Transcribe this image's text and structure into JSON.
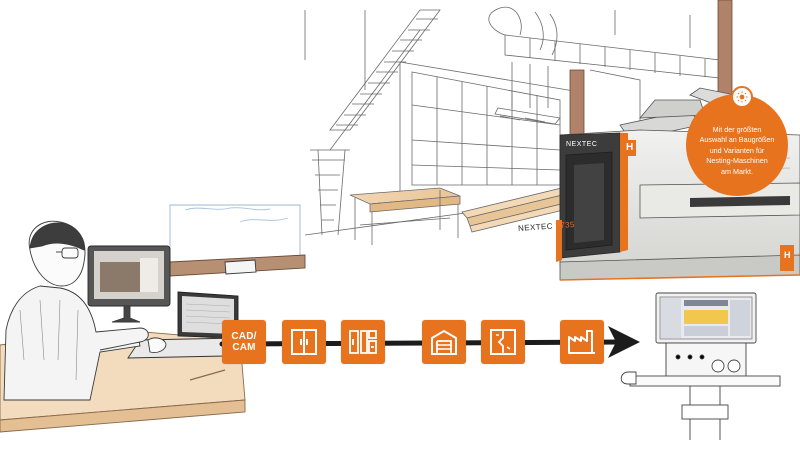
{
  "process_steps": [
    {
      "id": "cad-cam",
      "label": "CAD/\nCAM",
      "icon": "cad-cam-text"
    },
    {
      "id": "cabinet",
      "icon": "cabinet-doors-icon"
    },
    {
      "id": "cabinet-parts",
      "icon": "cabinet-parts-icon"
    },
    {
      "id": "warehouse",
      "icon": "storage-warehouse-icon"
    },
    {
      "id": "panel-nesting",
      "icon": "panel-nesting-icon"
    },
    {
      "id": "factory",
      "icon": "factory-icon"
    }
  ],
  "callout": {
    "text": "Mit der größten\nAuswahl an Baugrößen\nund Varianten für\nNesting-Maschinen\nam Markt.",
    "icon": "lightbulb-icon"
  },
  "machine": {
    "label": "NEXTEC",
    "model_prefix": "NEXTEC",
    "model_number": "7735",
    "logo": "H"
  },
  "colors": {
    "accent": "#e8731e",
    "machine_body": "#e6e6e4",
    "machine_dark": "#3c3c3c",
    "sketch_line": "#555555"
  }
}
